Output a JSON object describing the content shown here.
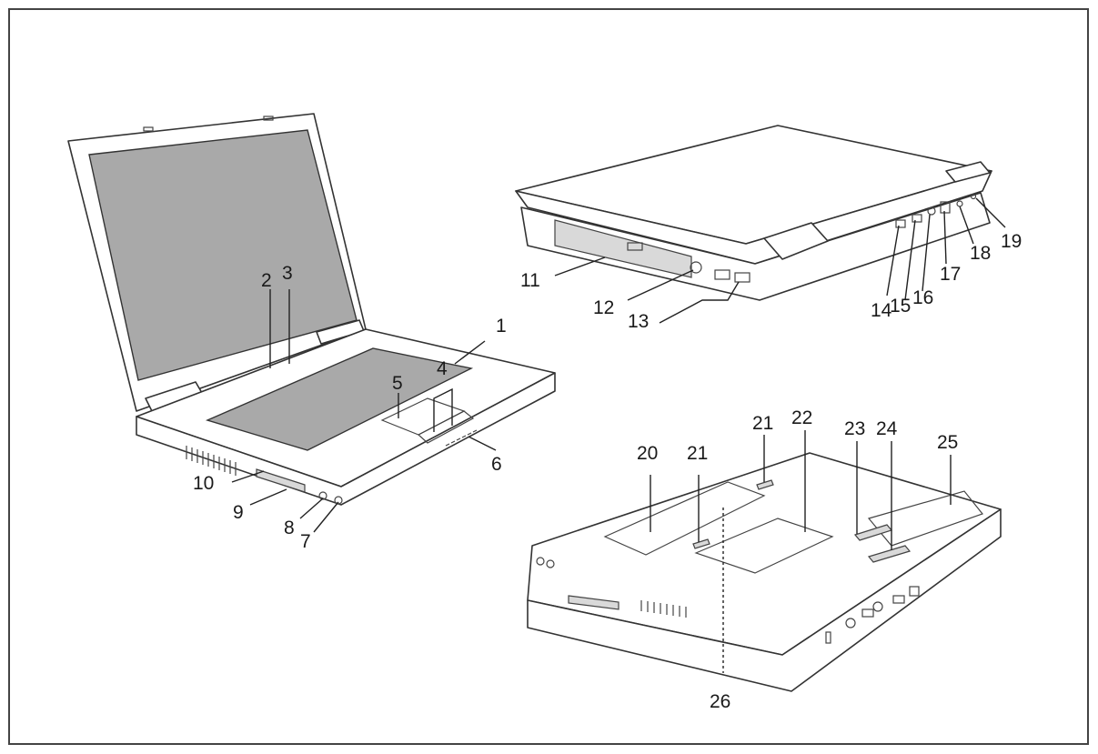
{
  "figure": {
    "callouts": [
      {
        "id": "1",
        "label": "1"
      },
      {
        "id": "2",
        "label": "2"
      },
      {
        "id": "3",
        "label": "3"
      },
      {
        "id": "4",
        "label": "4"
      },
      {
        "id": "5",
        "label": "5"
      },
      {
        "id": "6",
        "label": "6"
      },
      {
        "id": "7",
        "label": "7"
      },
      {
        "id": "8",
        "label": "8"
      },
      {
        "id": "9",
        "label": "9"
      },
      {
        "id": "10",
        "label": "10"
      },
      {
        "id": "11",
        "label": "11"
      },
      {
        "id": "12",
        "label": "12"
      },
      {
        "id": "13",
        "label": "13"
      },
      {
        "id": "14",
        "label": "14"
      },
      {
        "id": "15",
        "label": "15"
      },
      {
        "id": "16",
        "label": "16"
      },
      {
        "id": "17",
        "label": "17"
      },
      {
        "id": "18",
        "label": "18"
      },
      {
        "id": "19",
        "label": "19"
      },
      {
        "id": "20",
        "label": "20"
      },
      {
        "id": "21a",
        "label": "21"
      },
      {
        "id": "21b",
        "label": "21"
      },
      {
        "id": "22",
        "label": "22"
      },
      {
        "id": "23",
        "label": "23"
      },
      {
        "id": "24",
        "label": "24"
      },
      {
        "id": "25",
        "label": "25"
      },
      {
        "id": "26",
        "label": "26"
      }
    ]
  }
}
